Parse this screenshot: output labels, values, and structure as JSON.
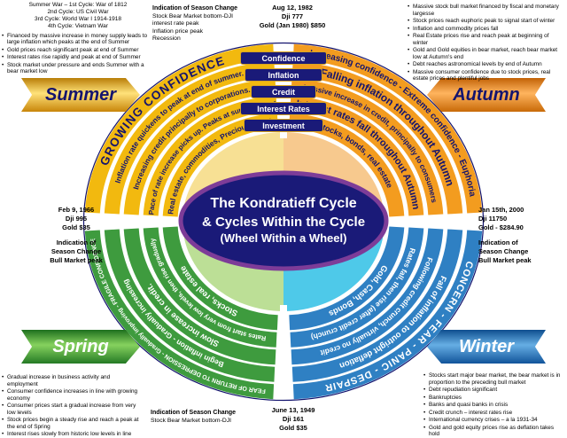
{
  "title": {
    "line1": "The Kondratieff Cycle",
    "line2": "& Cycles Within the Cycle",
    "line3": "(Wheel Within a Wheel)"
  },
  "ring_labels": [
    "Confidence",
    "Inflation",
    "Credit",
    "Interest Rates",
    "Investment"
  ],
  "seasons": {
    "summer": "Summer",
    "autumn": "Autumn",
    "spring": "Spring",
    "winter": "Winter"
  },
  "rings": {
    "summer": [
      "GROWING CONFIDENCE",
      "Inflation rate quickens to peak at end of summer.",
      "Increasing credit principally to corporations.",
      "Pace of rate increase picks up. Peaks at summers end",
      "Real estate, commodities, Precious metals"
    ],
    "autumn": [
      "Increasing confidence - Extreme confidence - Euphoria",
      "Falling inflation throughout Autumn",
      "Massive increase in credit, principally to consumers",
      "Interest rates fall throughout Autumn",
      "stocks, bonds, real estate"
    ],
    "spring": [
      "FEAR OF RETURN TO DEPRESSION - Gradually improving - FRAGILE CONFIDENCE",
      "Begin inflation - Gradually increasing",
      "Slow increase in credit.",
      "Rates start from very low levels, then rise gradually",
      "Stocks, real estate"
    ],
    "winter": [
      "CONCERN - FEAR - PANIC - DESPAIR",
      "Fall of inflation to outright deflation",
      "Following credit crunch, virtually no credit",
      "Rates fall, then rise (after credit crunch)",
      "Gold, Cash, Bonds"
    ]
  },
  "annotations": {
    "top_left": {
      "wars": [
        "Summer War – 1st Cycle: War of 1812",
        "2nd Cycle: US Civil War",
        "3rd Cycle: World War I 1914-1918",
        "4th Cycle: Vietnam War"
      ],
      "bullets": [
        "Financed by massive increase in money supply leads to large inflation which peaks at the end of Summer",
        "Gold prices reach significant peak at end of Summer",
        "Interest rates rise rapidly and peak at end of Summer",
        "Stock market under pressure and ends Summer with a bear market low"
      ]
    },
    "top_mid": {
      "head": "Indication of Season Change",
      "lines": [
        "Stock Bear Market bottom-DJI",
        "interest rate peak",
        "Inflation price peak",
        "Recession"
      ]
    },
    "top_center": {
      "lines": [
        "Aug 12, 1982",
        "Dji 777",
        "Gold (Jan 1980) $850"
      ]
    },
    "top_right": {
      "bullets": [
        "Massive stock bull market financed by fiscal and monetary largesse",
        "Stock prices reach euphoric peak to signal start of winter",
        "Inflation and commodity prices fall",
        "Real Estate prices rise and reach peak at beginning of winter",
        "Gold and Gold equities in bear market, reach bear market low at Autumn's end",
        "Debt reaches astronomical levels by end of Autumn",
        "Massive consumer confidence due to stock prices, real estate prices and plentiful jobs"
      ]
    },
    "left_mid": {
      "lines": [
        "Feb 9, 1966",
        "Dji 995",
        "Gold $35"
      ],
      "lines2": [
        "Indication of",
        "Season Change",
        "Bull Market peak"
      ]
    },
    "right_mid": {
      "lines": [
        "Jan 15th, 2000",
        "Dji 11750",
        "Gold - $284.90"
      ],
      "lines2": [
        "Indication of",
        "Season Change",
        "Bull Market peak"
      ]
    },
    "bottom_left": {
      "bullets": [
        "Gradual increase in business activity and employment",
        "Consumer confidence increases in line with growing economy",
        "Consumer prices start a gradual increase from very low levels",
        "Stock prices begin a steady rise and reach a peak at the end of Spring",
        "Interest rises slowly from historic low levels in line with gradual credit expansion"
      ]
    },
    "bottom_mid": {
      "head": "Indication of Season Change",
      "lines": [
        "Stock Bear Market bottom-DJI"
      ]
    },
    "bottom_center": {
      "lines": [
        "June 13, 1949",
        "Dji 161",
        "Gold $35"
      ]
    },
    "bottom_right": {
      "bullets": [
        "Stocks start major bear market, the bear market is in proportion to the preceding bull market",
        "Debt repudiation significant",
        "Bankruptcies",
        "Banks and quasi banks in crisis",
        "Credit crunch – interest rates rise",
        "International currency crises – a la 1931-34",
        "Gold and gold equity prices rise as deflation takes hold"
      ]
    }
  },
  "colors": {
    "navy": "#14146E",
    "summer_band": "#F2B90F",
    "autumn_band": "#F39C1F",
    "spring_band": "#3E9B3E",
    "winter_band": "#2F80C3",
    "center_fill": "#1A1A78",
    "center_stroke": "#7D3C98",
    "label_border": "#D9A520"
  }
}
